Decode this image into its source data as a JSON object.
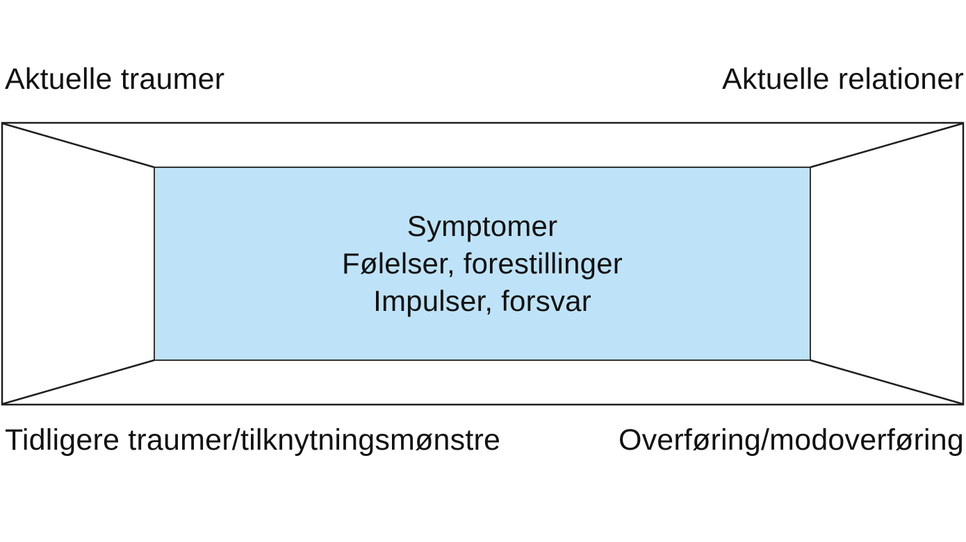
{
  "diagram": {
    "title_hint": "Perspective-box diagram with corner labels",
    "corner_labels": {
      "top_left": "Aktuelle traumer",
      "top_right": "Aktuelle relationer",
      "bottom_left": "Tidligere traumer/tilknytningsmønstre",
      "bottom_right": "Overføring/modoverføring"
    },
    "center_box": {
      "line1": "Symptomer",
      "line2": "Følelser, forestillinger",
      "line3": "Impulser, forsvar"
    },
    "colors": {
      "center_box_fill": "#bee3f8",
      "outline_stroke": "#1f1f1f",
      "inner_box_stroke": "#333333",
      "background": "#ffffff",
      "text": "#111111"
    }
  }
}
